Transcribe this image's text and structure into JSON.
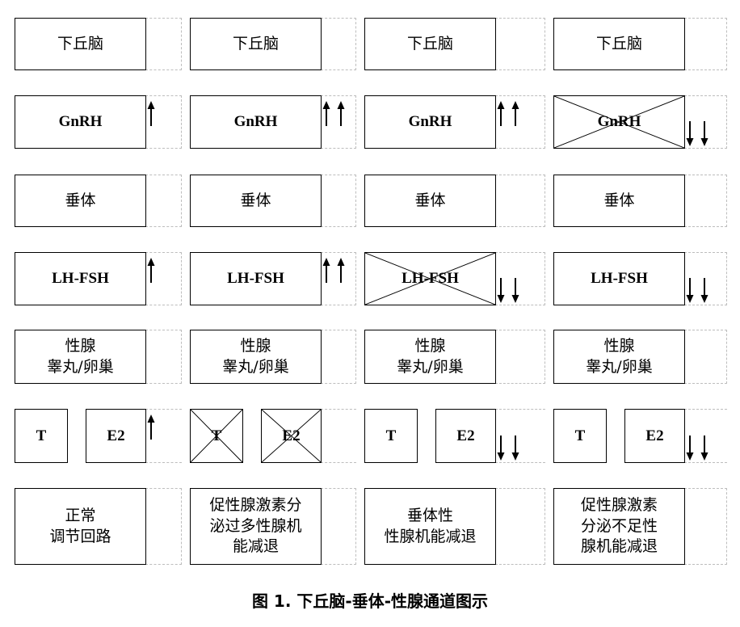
{
  "colors": {
    "line": "#000000",
    "dashed": "#bdbdbd",
    "background": "#ffffff"
  },
  "columns": [
    {
      "hypothalamus": "下丘脑",
      "gnrh": {
        "label": "GnRH",
        "crossed": false,
        "arrow": "↑"
      },
      "pituitary": "垂体",
      "lhfsh": {
        "label": "LH-FSH",
        "crossed": false,
        "arrow": "↑"
      },
      "gonad": "性腺\n睾丸/卵巢",
      "t": {
        "label": "T",
        "crossed": false
      },
      "e2": {
        "label": "E2",
        "crossed": false,
        "arrow": "↑"
      },
      "condition": "正常\n调节回路"
    },
    {
      "hypothalamus": "下丘脑",
      "gnrh": {
        "label": "GnRH",
        "crossed": false,
        "arrow": "↑↑"
      },
      "pituitary": "垂体",
      "lhfsh": {
        "label": "LH-FSH",
        "crossed": false,
        "arrow": "↑↑"
      },
      "gonad": "性腺\n睾丸/卵巢",
      "t": {
        "label": "T",
        "crossed": true
      },
      "e2": {
        "label": "E2",
        "crossed": true,
        "arrow": ""
      },
      "condition": "促性腺激素分\n泌过多性腺机\n能减退"
    },
    {
      "hypothalamus": "下丘脑",
      "gnrh": {
        "label": "GnRH",
        "crossed": false,
        "arrow": "↑↑"
      },
      "pituitary": "垂体",
      "lhfsh": {
        "label": "LH-FSH",
        "crossed": true,
        "arrow": "↓↓"
      },
      "gonad": "性腺\n睾丸/卵巢",
      "t": {
        "label": "T",
        "crossed": false
      },
      "e2": {
        "label": "E2",
        "crossed": false,
        "arrow": "↓↓"
      },
      "condition": "垂体性\n性腺机能减退"
    },
    {
      "hypothalamus": "下丘脑",
      "gnrh": {
        "label": "GnRH",
        "crossed": true,
        "arrow": "↓↓"
      },
      "pituitary": "垂体",
      "lhfsh": {
        "label": "LH-FSH",
        "crossed": false,
        "arrow": "↓↓"
      },
      "gonad": "性腺\n睾丸/卵巢",
      "t": {
        "label": "T",
        "crossed": false
      },
      "e2": {
        "label": "E2",
        "crossed": false,
        "arrow": "↓↓"
      },
      "condition": "促性腺激素\n分泌不足性\n腺机能减退"
    }
  ],
  "caption": "图 1. 下丘脑-垂体-性腺通道图示"
}
